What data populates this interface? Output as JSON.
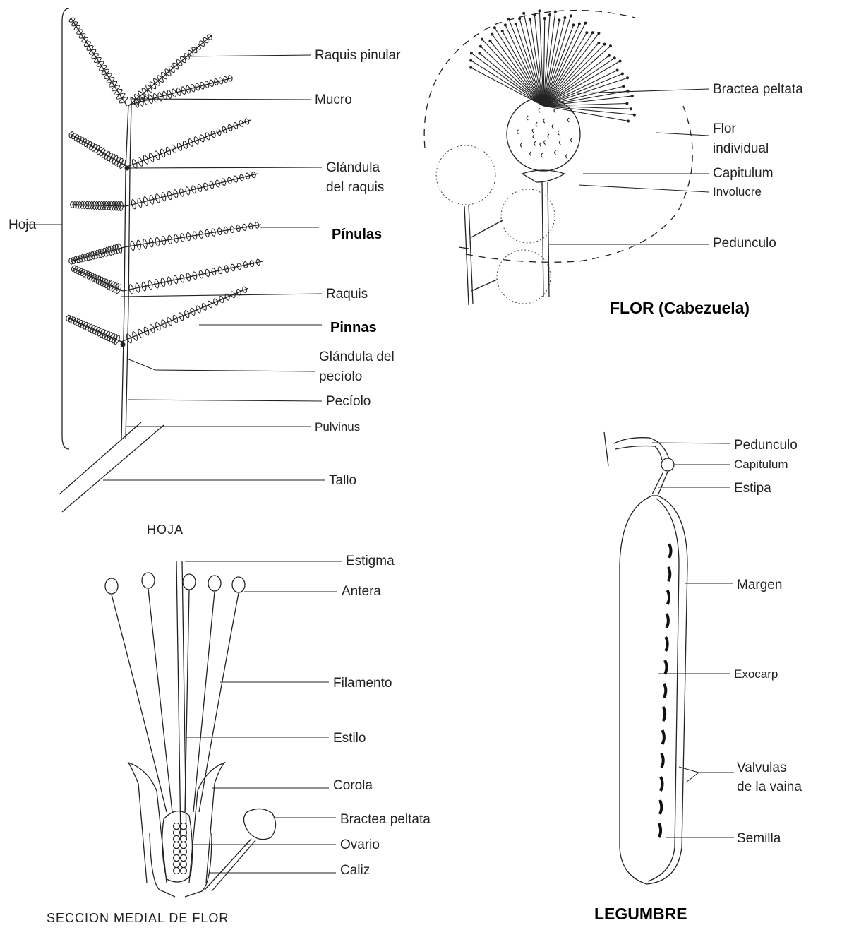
{
  "hoja": {
    "side_label": "Hoja",
    "labels": [
      "Raquis pinular",
      "Mucro",
      "Glándula",
      "del raquis",
      "Pínulas",
      "Raquis",
      "Pinnas",
      "Glándula del",
      "pecíolo",
      "Pecíolo",
      "Pulvinus",
      "Tallo"
    ],
    "caption": "HOJA"
  },
  "flor": {
    "labels": [
      "Bractea peltata",
      "Flor",
      "individual",
      "Capitulum",
      "Involucre",
      "Pedunculo"
    ],
    "title": "FLOR (Cabezuela)"
  },
  "seccion": {
    "labels": [
      "Estigma",
      "Antera",
      "Filamento",
      "Estilo",
      "Corola",
      "Bractea peltata",
      "Ovario",
      "Caliz"
    ],
    "caption": "SECCION MEDIAL DE FLOR"
  },
  "legumbre": {
    "labels": [
      "Pedunculo",
      "Capitulum",
      "Estipa",
      "Margen",
      "Exocarp",
      "Valvulas",
      "de la vaina",
      "Semilla"
    ],
    "title": "LEGUMBRE"
  }
}
